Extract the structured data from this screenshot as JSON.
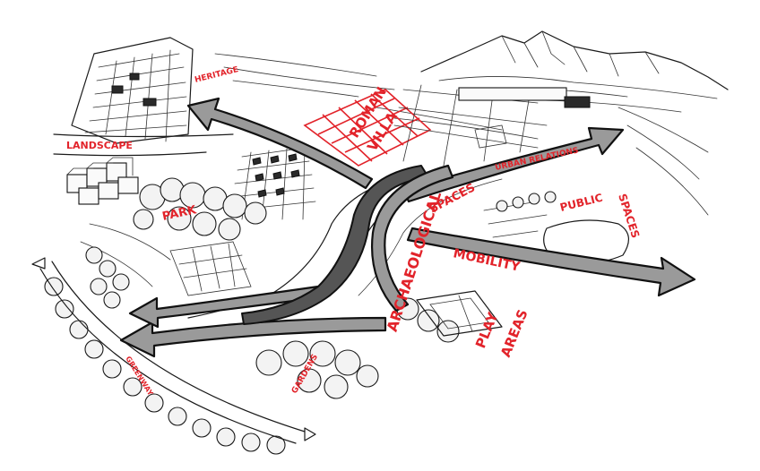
{
  "labels": {
    "heritage": "HERITAGE",
    "landscape": "LANDSCAPE",
    "roman_villa_1": "ROMAN",
    "roman_villa_2": "VILLA",
    "urban_relations": "URBAN RELATIONS",
    "public_spaces_1": "PUBLIC",
    "public_spaces_2": "SPACES",
    "park": "PARK",
    "archaeological_spaces_1": "ARCHAEOLOGICAL",
    "archaeological_spaces_2": "SPACES",
    "mobility": "MOBILITY",
    "play_areas_1": "PLAY",
    "play_areas_2": "AREAS",
    "gardens": "GARDENS",
    "greenway": "GREENWAY"
  },
  "colors": {
    "label_red": "#e2232a",
    "arrow_gray": "#9a9a9a",
    "ink": "#1a1a1a"
  }
}
